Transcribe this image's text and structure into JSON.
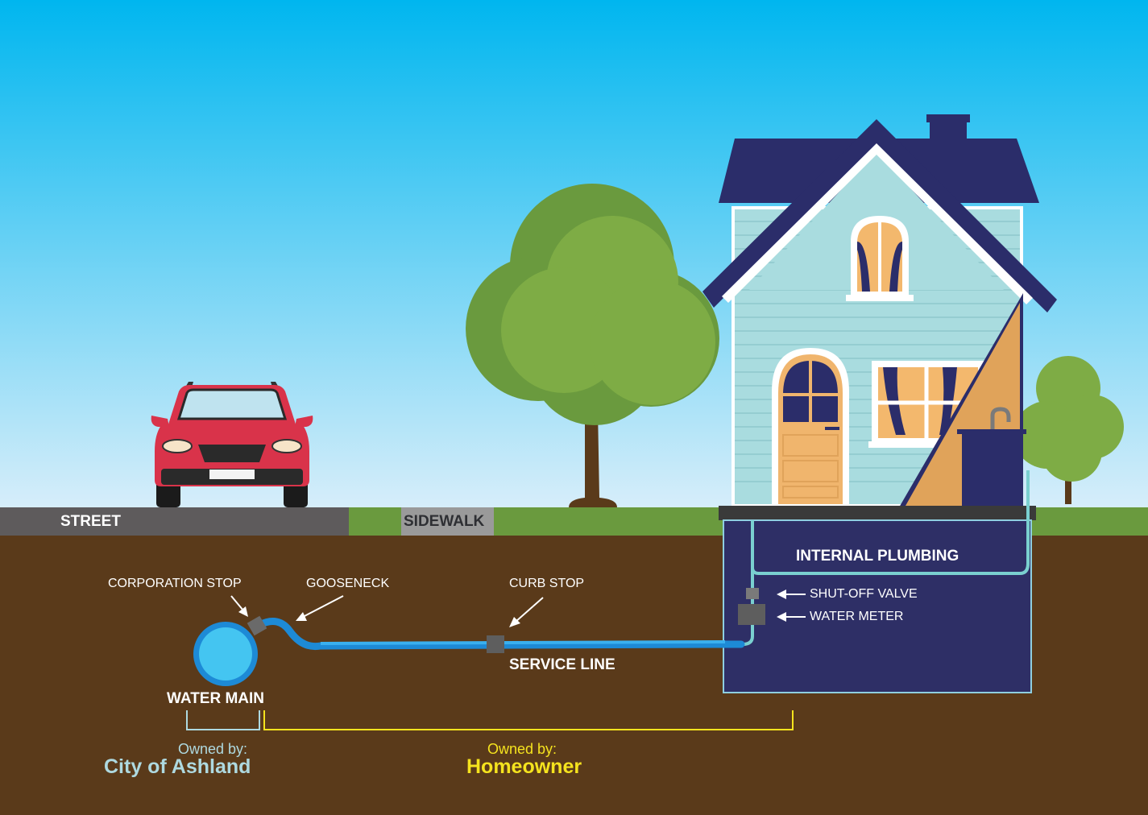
{
  "labels": {
    "street": "STREET",
    "sidewalk": "SIDEWALK",
    "internal_plumbing": "INTERNAL PLUMBING",
    "shutoff_valve": "SHUT-OFF VALVE",
    "water_meter": "WATER METER",
    "corporation_stop": "CORPORATION STOP",
    "gooseneck": "GOOSENECK",
    "curb_stop": "CURB STOP",
    "service_line": "SERVICE LINE",
    "water_main": "WATER MAIN"
  },
  "ownership": {
    "city": {
      "caption": "Owned by:",
      "owner": "City of Ashland"
    },
    "homeowner": {
      "caption": "Owned by:",
      "owner": "Homeowner"
    }
  },
  "colors": {
    "sky_top": "#00b6ef",
    "sky_bottom": "#d8eefa",
    "soil": "#5a3a1a",
    "grass": "#6a9a3e",
    "street": "#5e5b5c",
    "sidewalk": "#9a9a9a",
    "basement": "#2e2f66",
    "pipe": "#1d8ad6",
    "internal_pipe": "#7ad0d0",
    "city_accent": "#aed9e0",
    "homeowner_accent": "#f5e31e",
    "roof": "#2b2d6a",
    "siding": "#a9dcdf",
    "car_body": "#d9334a"
  }
}
